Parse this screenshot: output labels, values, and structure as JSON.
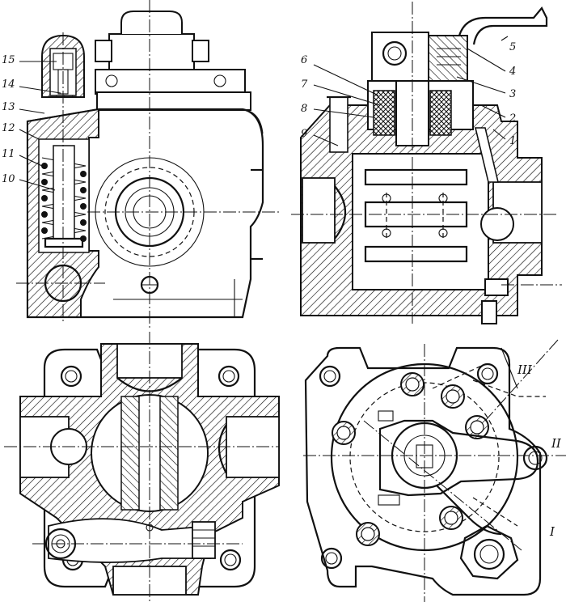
{
  "figure": {
    "left_labels": [
      "15",
      "14",
      "13",
      "12",
      "11",
      "10"
    ],
    "right_labels": [
      "6",
      "7",
      "8",
      "9",
      "5",
      "4",
      "3",
      "2",
      "1"
    ],
    "position_labels": [
      "III",
      "II",
      "I"
    ]
  }
}
